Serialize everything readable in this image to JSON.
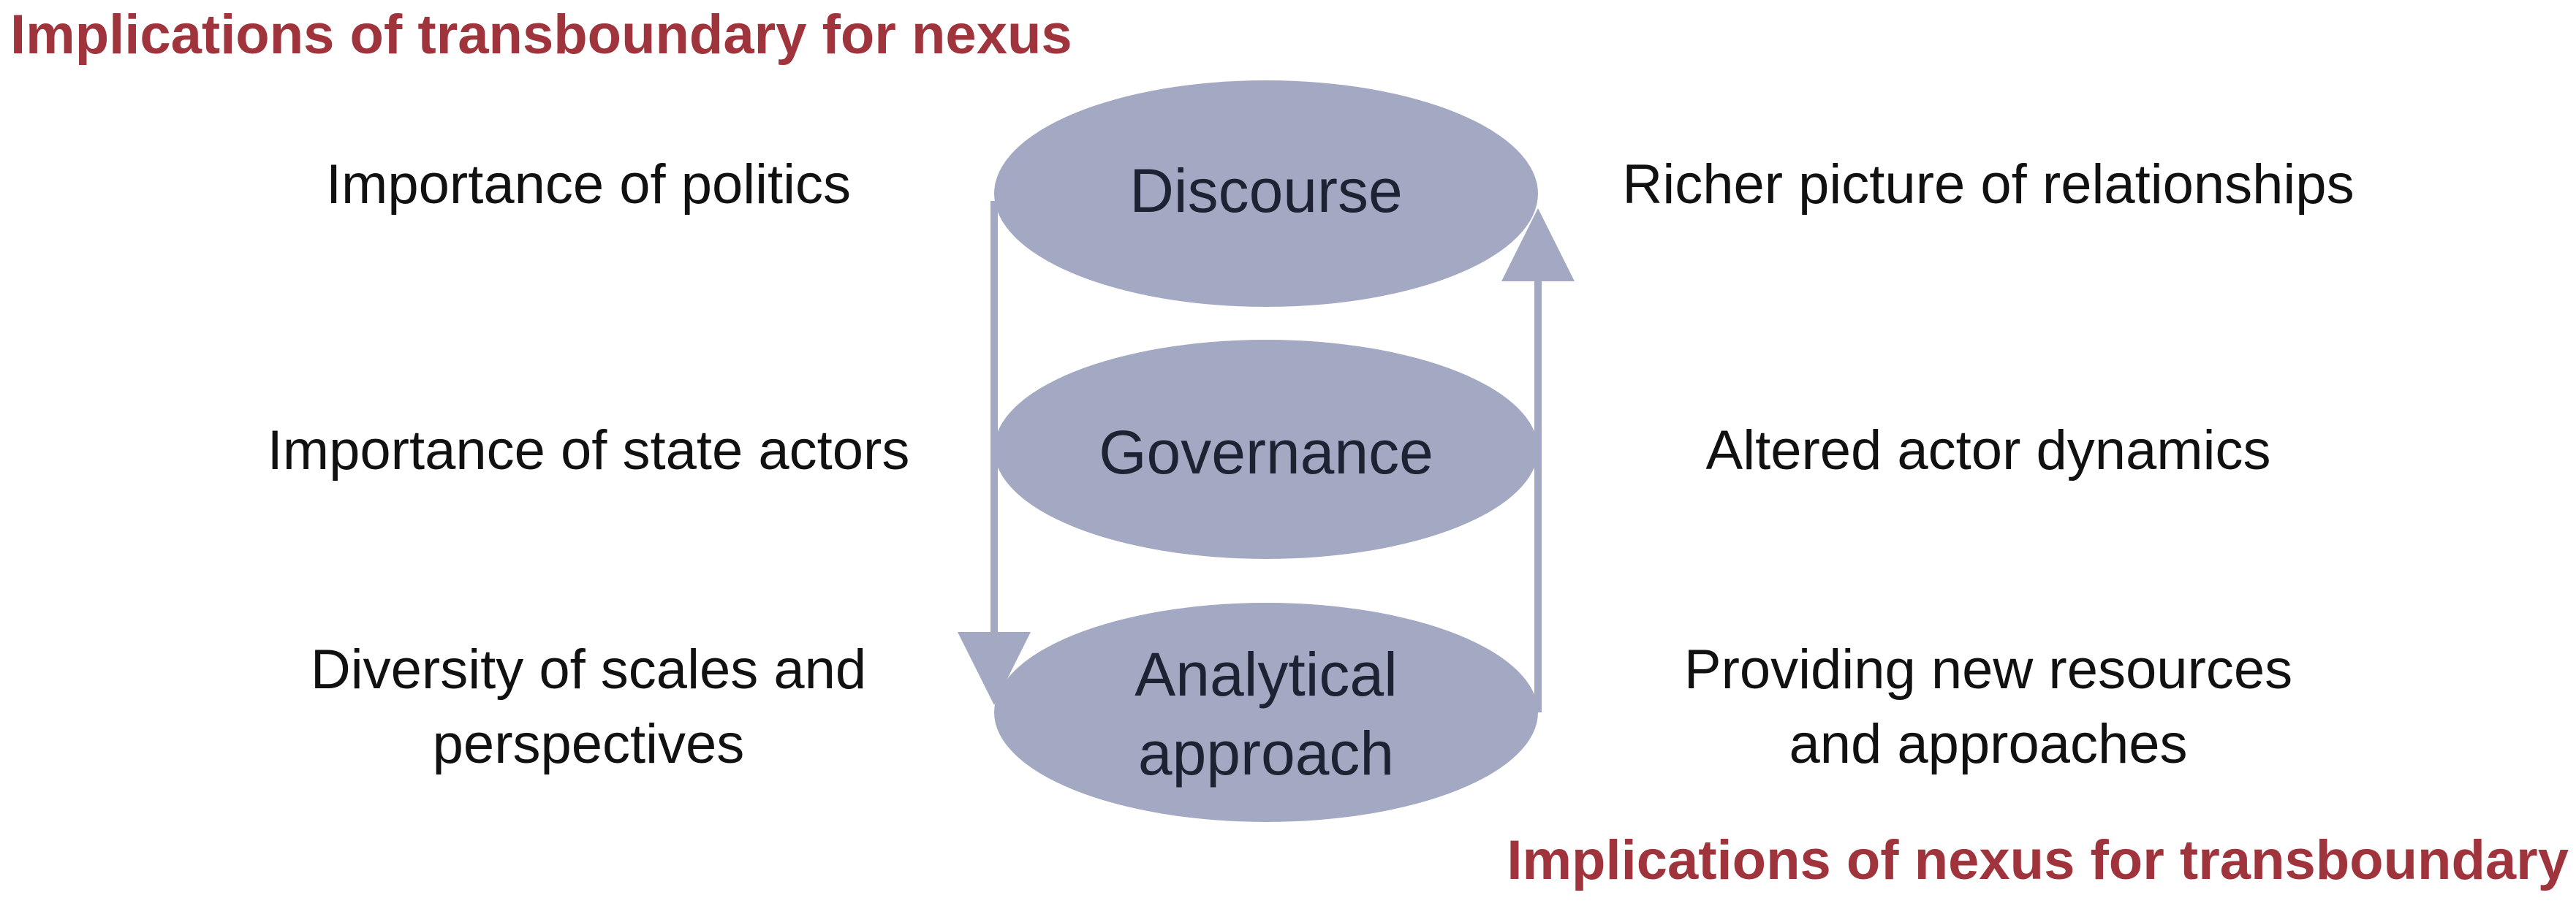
{
  "headings": {
    "top": "Implications of transboundary for nexus",
    "bottom": "Implications of nexus for transboundary"
  },
  "nodes": [
    {
      "lines": [
        "Discourse"
      ]
    },
    {
      "lines": [
        "Governance"
      ]
    },
    {
      "lines": [
        "Analytical",
        "approach"
      ]
    }
  ],
  "left_items": [
    {
      "lines": [
        "Importance of politics"
      ]
    },
    {
      "lines": [
        "Importance of state actors"
      ]
    },
    {
      "lines": [
        "Diversity of scales and",
        "perspectives"
      ]
    }
  ],
  "right_items": [
    {
      "lines": [
        "Richer picture of relationships"
      ]
    },
    {
      "lines": [
        "Altered actor dynamics"
      ]
    },
    {
      "lines": [
        "Providing new resources",
        "and approaches"
      ]
    }
  ],
  "colors": {
    "heading": "#a0343c",
    "node_fill": "#a3a8c3",
    "arrow": "#a3a8c3",
    "text": "#111111"
  }
}
